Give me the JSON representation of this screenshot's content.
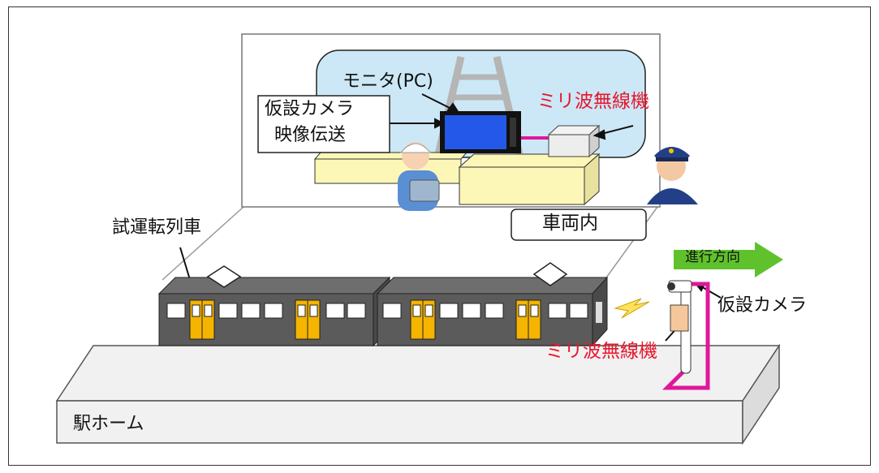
{
  "labels": {
    "monitor": "モニタ(PC)",
    "video_transmit_line1": "仮設カメラ",
    "video_transmit_line2": "映像伝送",
    "radio_inside": "ミリ波無線機",
    "inside_car": "車両内",
    "test_train": "試運転列車",
    "direction": "進行方向",
    "temp_camera": "仮設カメラ",
    "radio_platform": "ミリ波無線機",
    "station_platform": "駅ホーム"
  },
  "colors": {
    "accent_red": "#e8162c",
    "pole_magenta": "#e0179a",
    "arrow_green": "#5fc22c",
    "train_gray": "#5b5b5b",
    "door_yellow": "#f5b400",
    "inset_blue": "#cce8f6",
    "desk_yellow": "#fdf7b7",
    "monitor_blue": "#2458e8"
  }
}
